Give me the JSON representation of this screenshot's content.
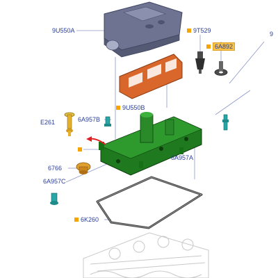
{
  "callouts": {
    "top_cover": "9U550A",
    "sensor_top": "9T529",
    "highlighted": "6A892",
    "gasket": "9U550B",
    "fitting_left": "6A957B",
    "dipstick": "E261",
    "cap": "6766",
    "fitting_low": "6A957C",
    "valve_cover_bolt": "6A957A",
    "pan_gasket": "6K260",
    "edge_clip": "9"
  },
  "colors": {
    "label": "#2a3f9c",
    "marker": "#f5a400",
    "highlight": "#f7c24a",
    "cover": "#6d7391",
    "gasket": "#d9662b",
    "valve_cover": "#1f7a1f",
    "leader": "#8c96c8",
    "arrow": "#e02020"
  }
}
